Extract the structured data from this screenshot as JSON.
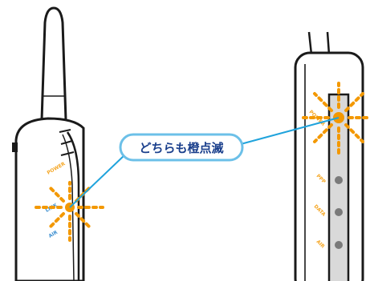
{
  "callout": {
    "text": "どちらも橙点滅"
  },
  "left_device": {
    "labels": [
      "POWER",
      "LINK",
      "AIR"
    ]
  },
  "right_device": {
    "labels": [
      "POWER",
      "PPP",
      "DATA",
      "AIR"
    ]
  },
  "colors": {
    "device_fill": "#ffffff",
    "outline": "#1a1a1a",
    "callout_fill": "#ffffff",
    "callout_outline": "#6cc0e8",
    "callout_text": "#1a3f8c",
    "leader_line": "#1fa3dc",
    "blink_orange": "#f39800",
    "label_orange": "#f5a623",
    "label_blue": "#3c8fd0",
    "led_off": "#7a7a7a",
    "right_panel": "#d9d9d9"
  }
}
